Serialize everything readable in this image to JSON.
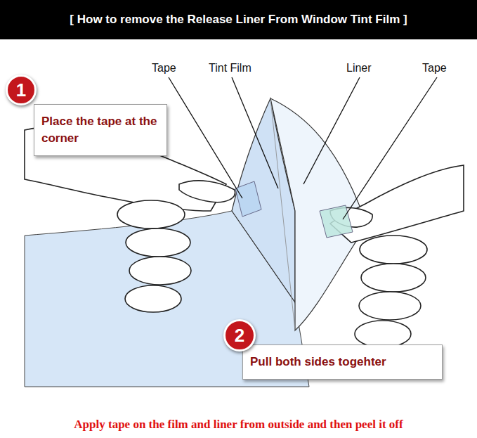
{
  "diagram": {
    "title": "[ How to remove the Release Liner From Window Tint Film ]",
    "caption": "Apply tape on the film and liner from outside and then peel it off",
    "nodes": [
      {
        "text": [
          "1"
        ]
      },
      {
        "text": [
          "Place the tape at the corner"
        ]
      },
      {
        "text": [
          "2"
        ]
      },
      {
        "text": [
          "Pull both sides togehter"
        ]
      }
    ],
    "labels": [
      "Tape",
      "Tint Film",
      "Liner",
      "Tape"
    ]
  }
}
